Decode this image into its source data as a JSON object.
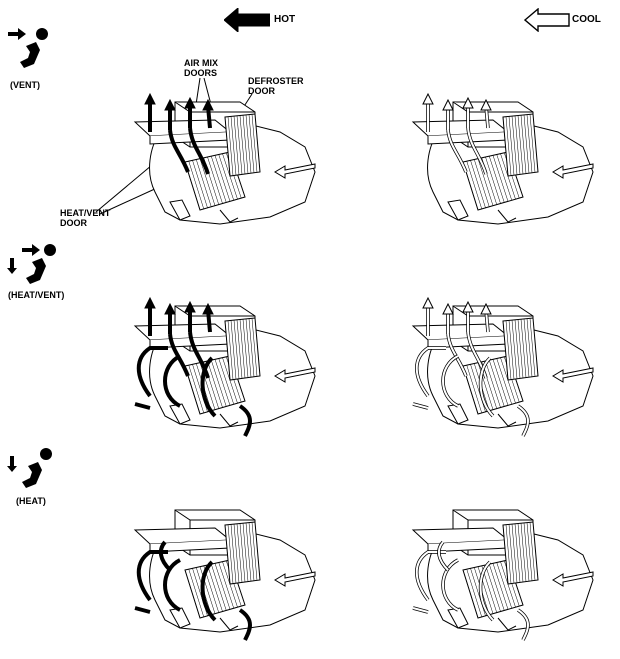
{
  "legend": {
    "hot": "HOT",
    "cool": "COOL",
    "hot_color": "#000000",
    "cool_color": "#ffffff"
  },
  "modes": [
    {
      "label": "(VENT)",
      "icon": "vent-seat-icon"
    },
    {
      "label": "(HEAT/VENT)",
      "icon": "heat-vent-seat-icon"
    },
    {
      "label": "(HEAT)",
      "icon": "heat-seat-icon"
    }
  ],
  "callouts": {
    "air_mix_line1": "AIR MIX",
    "air_mix_line2": "DOORS",
    "defroster_line1": "DEFROSTER",
    "defroster_line2": "DOOR",
    "heat_vent_line1": "HEAT/VENT",
    "heat_vent_line2": "DOOR"
  }
}
